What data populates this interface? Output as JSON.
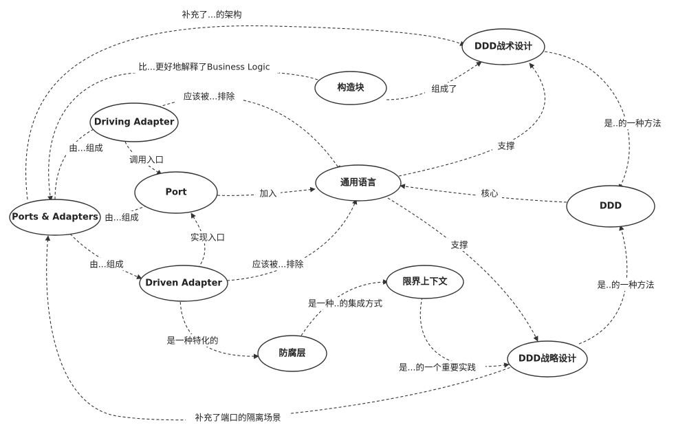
{
  "nodes": {
    "ddd_tactical": "DDD战术设计",
    "building_block": "构造块",
    "driving_adapter": "Driving Adapter",
    "port": "Port",
    "ubiquitous_language": "通用语言",
    "ports_adapters": "Ports & Adapters",
    "ddd": "DDD",
    "driven_adapter": "Driven Adapter",
    "bounded_context": "限界上下文",
    "acl": "防腐层",
    "ddd_strategic": "DDD战略设计"
  },
  "edges": {
    "pa_to_tactical": "补充了...的架构",
    "block_to_pa": "比...更好地解释了Business Logic",
    "block_to_tactical": "组成了",
    "driving_to_language": "应该被...排除",
    "tactical_to_ddd": "是..的一种方法",
    "pa_to_driving": "由...组成",
    "driving_to_port": "调用入口",
    "language_to_tactical": "支撑",
    "port_to_language": "加入",
    "ddd_to_language": "核心",
    "pa_to_port": "由...组成",
    "driven_to_port": "实现入口",
    "language_to_strategic": "支撑",
    "pa_to_driven": "由...组成",
    "driven_to_language": "应该被...排除",
    "strategic_to_ddd": "是..的一种方法",
    "acl_to_bounded": "是一种..的集成方式",
    "driven_to_acl": "是一种特化的",
    "bounded_to_strategic": "是...的一个重要实践",
    "strategic_to_pa": "补充了端口的隔离场景"
  }
}
